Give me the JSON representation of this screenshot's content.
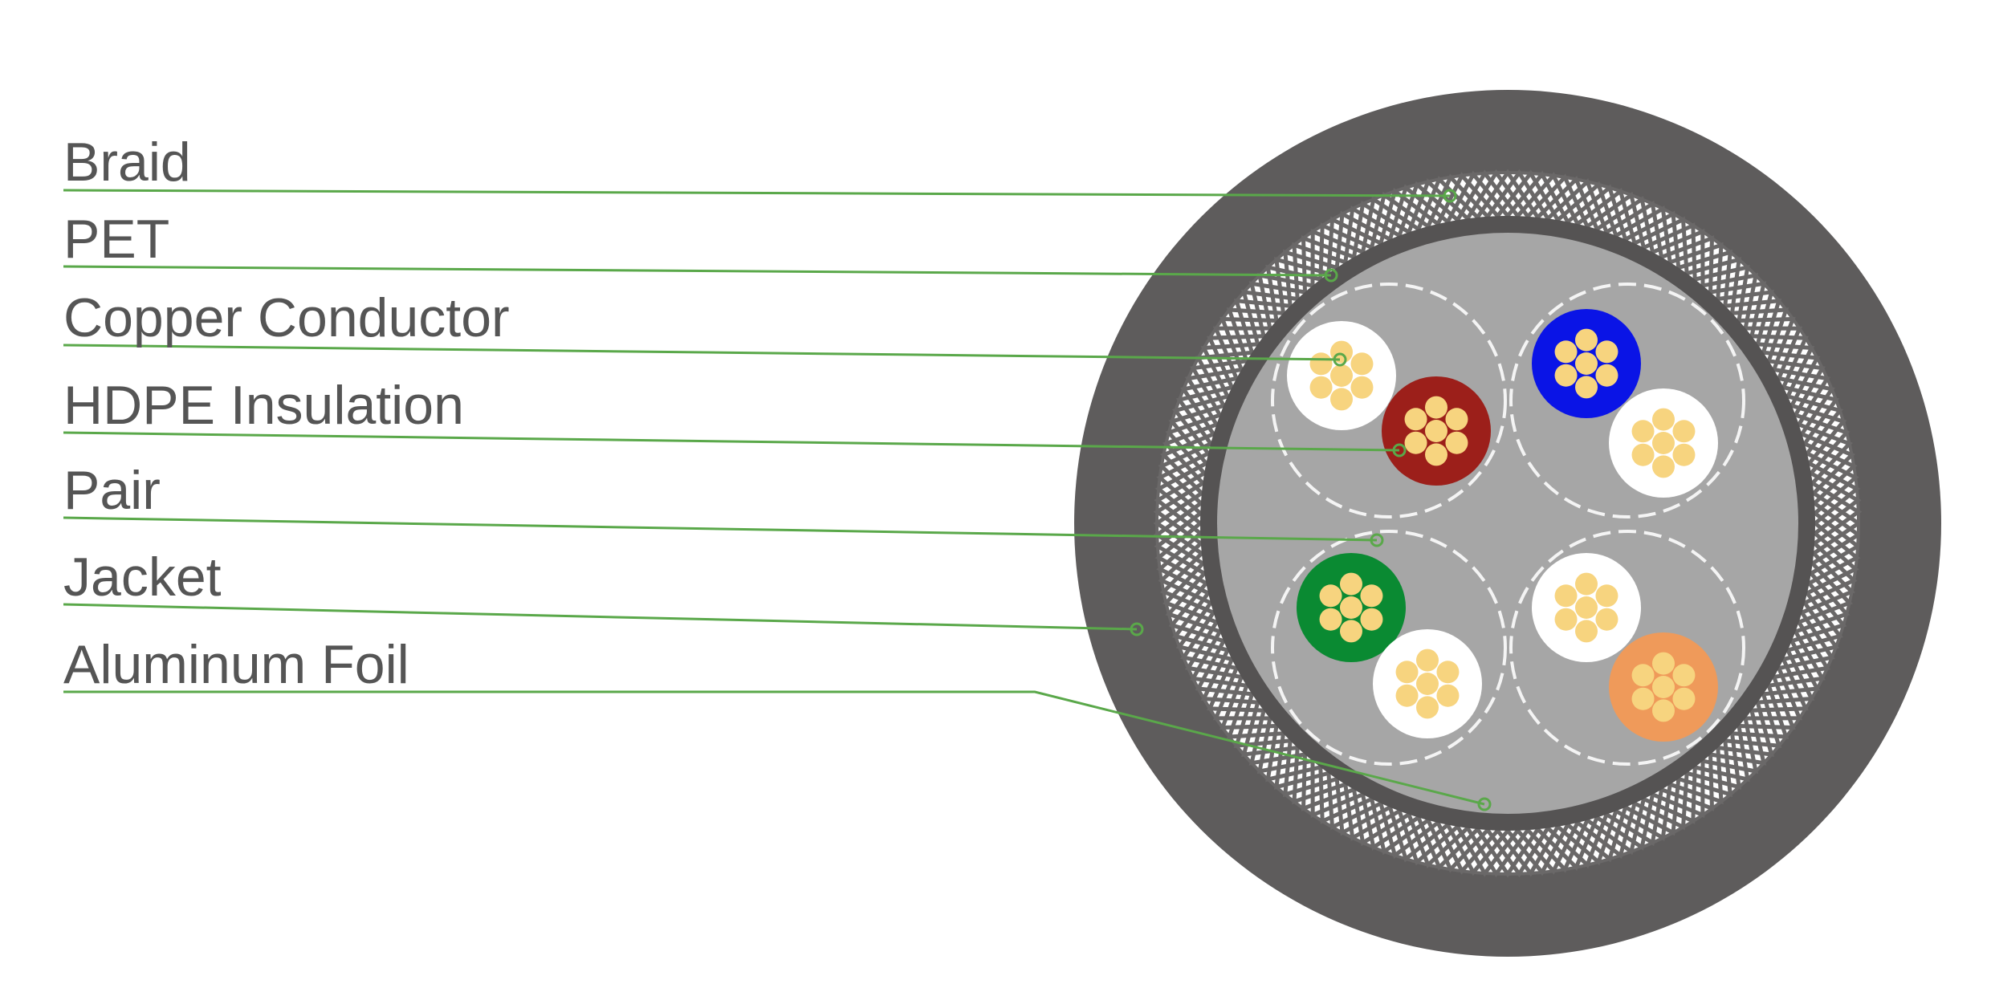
{
  "labels": [
    {
      "text": "Braid"
    },
    {
      "text": "PET"
    },
    {
      "text": "Copper Conductor"
    },
    {
      "text": "HDPE Insulation"
    },
    {
      "text": "Pair"
    },
    {
      "text": "Jacket"
    },
    {
      "text": "Aluminum Foil"
    }
  ],
  "colors": {
    "leader": "#5aa84a",
    "jacket": "#5e5c5c",
    "braid_wire": "#6a6868",
    "pet": "#555353",
    "foil_core": "#a6a6a6",
    "copper": "#f7d47f",
    "pairs": [
      [
        "#ffffff",
        "#9c1f1a"
      ],
      [
        "#0a14e6",
        "#ffffff"
      ],
      [
        "#0a8a32",
        "#ffffff"
      ],
      [
        "#ffffff",
        "#ef9a5a"
      ]
    ]
  }
}
